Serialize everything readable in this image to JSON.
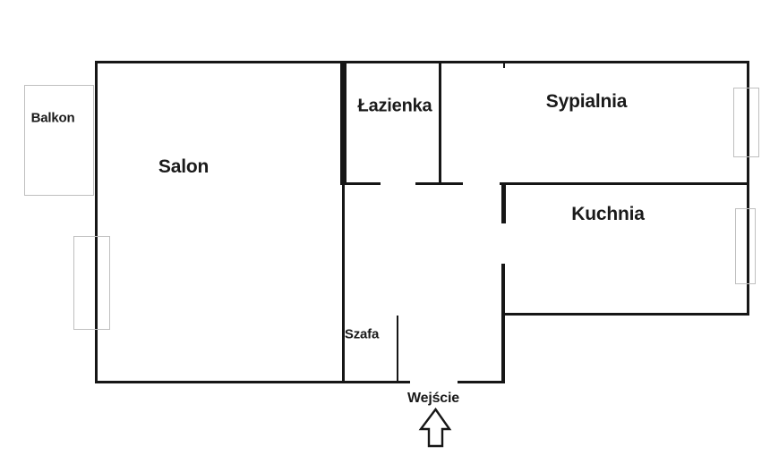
{
  "plan": {
    "type": "apartment-floor-plan",
    "rooms": [
      {
        "id": "balkon",
        "label": "Balkon"
      },
      {
        "id": "salon",
        "label": "Salon"
      },
      {
        "id": "lazienka",
        "label": "Łazienka"
      },
      {
        "id": "sypialnia",
        "label": "Sypialnia"
      },
      {
        "id": "kuchnia",
        "label": "Kuchnia"
      },
      {
        "id": "szafa",
        "label": "Szafa"
      }
    ],
    "entrance_label": "Wejście",
    "colors": {
      "wall": "#161616",
      "window_outline": "#bfbfbf",
      "text": "#1a1a1a",
      "background": "#ffffff"
    }
  }
}
